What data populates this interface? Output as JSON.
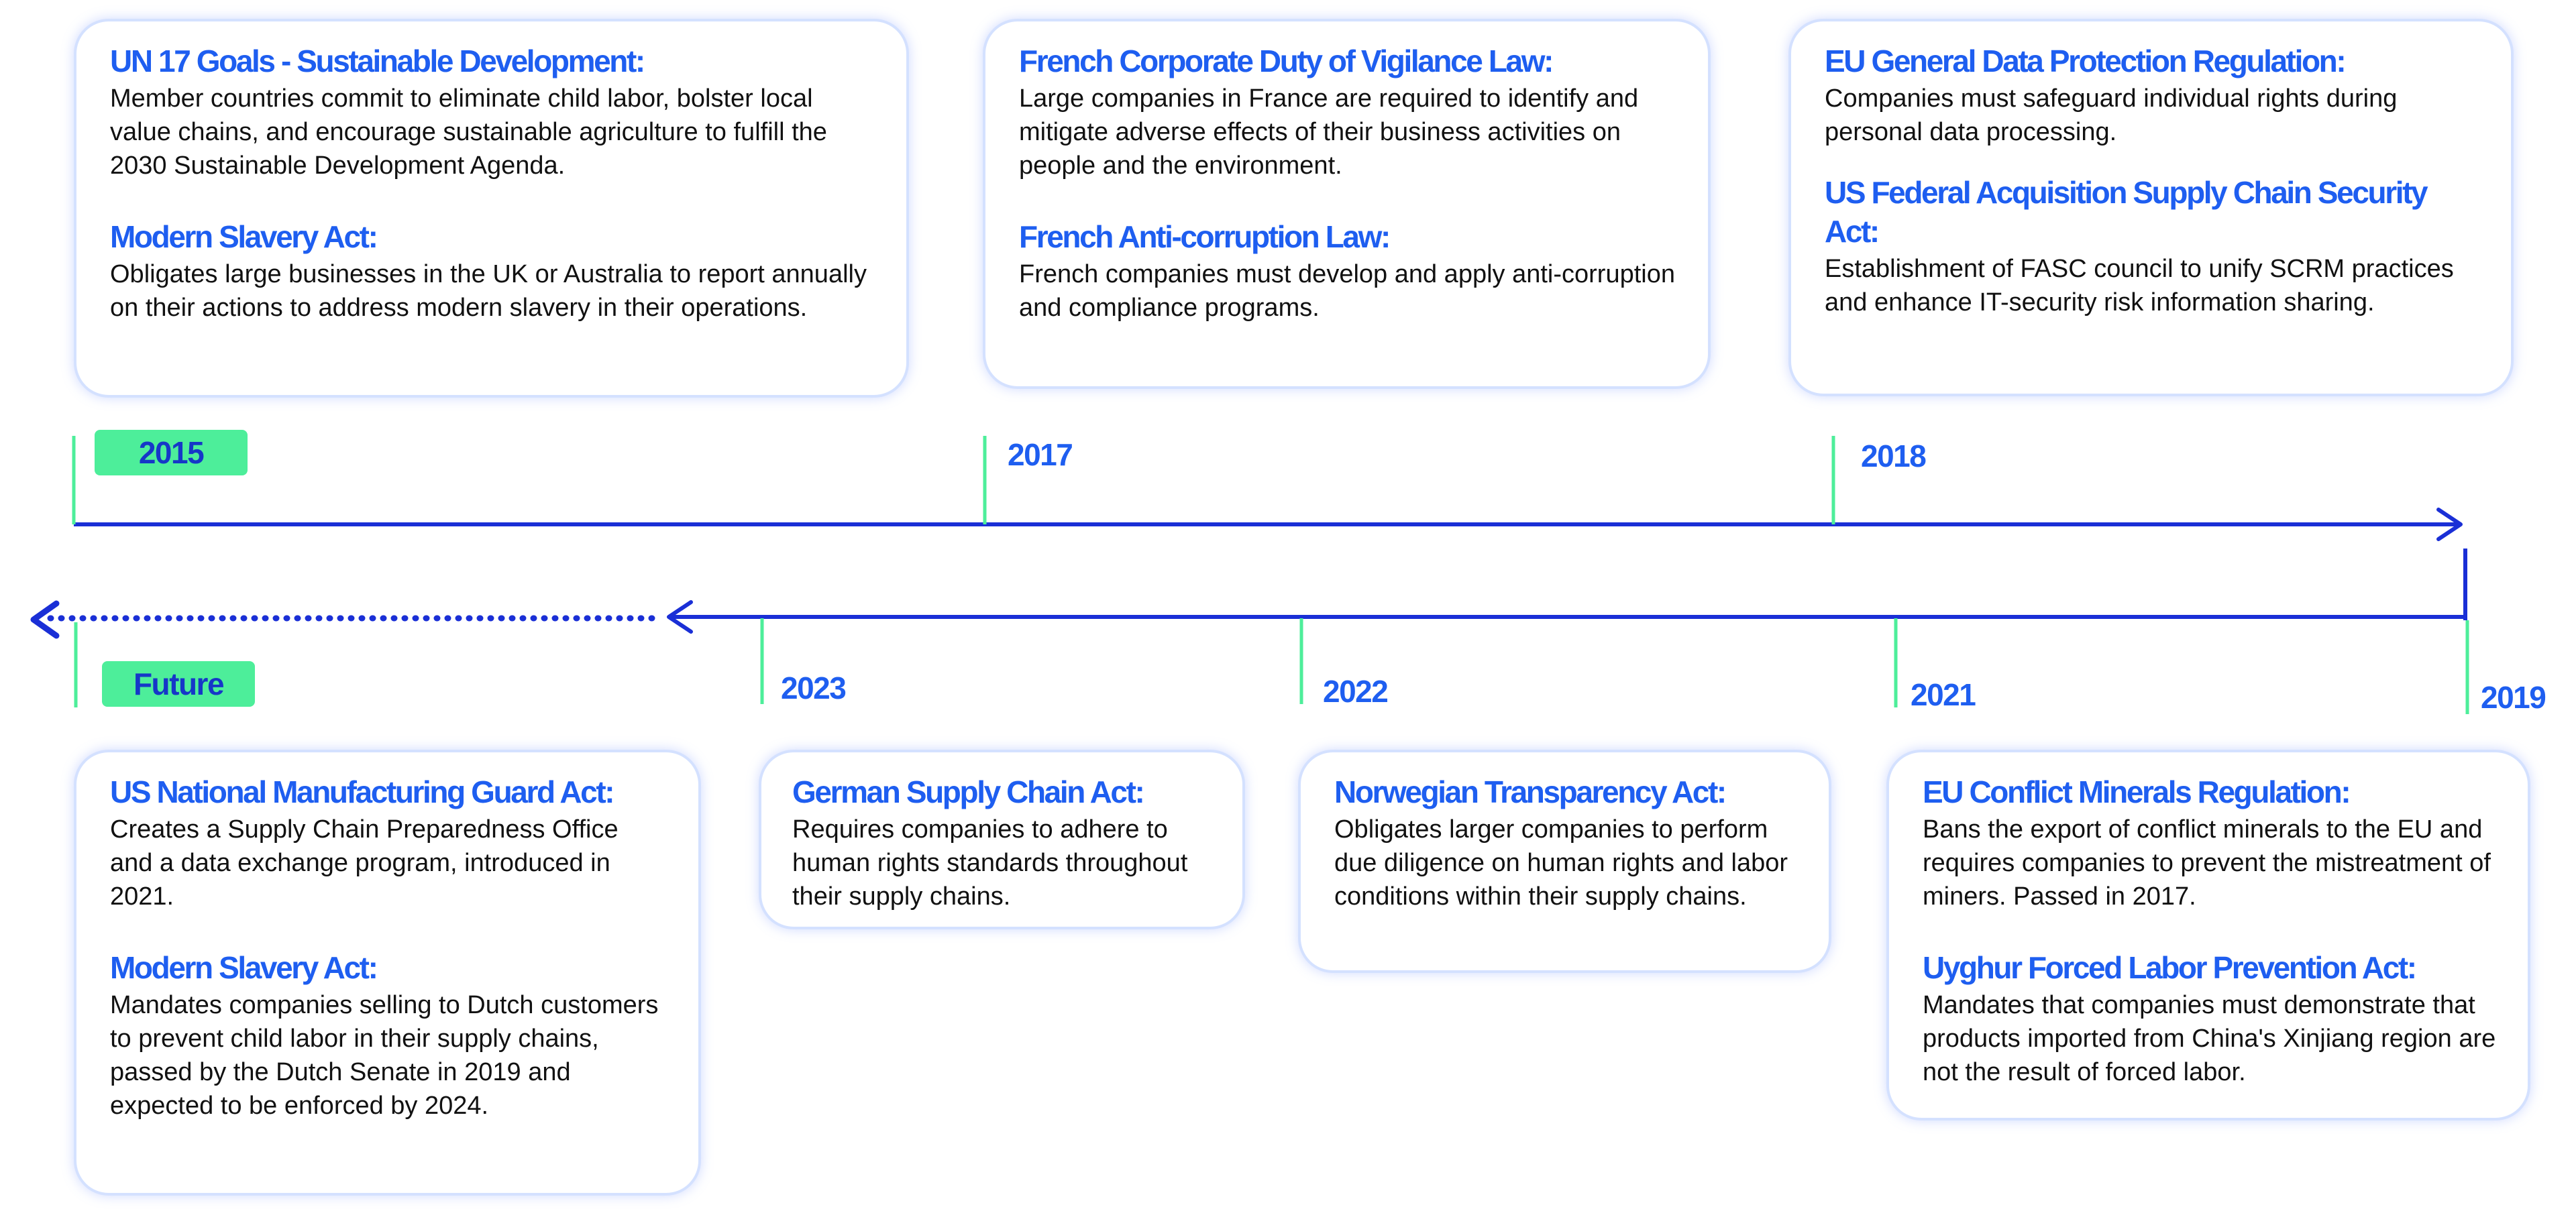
{
  "colors": {
    "accent_blue": "#1e5ef0",
    "axis_blue": "#1a2fd6",
    "tick_green": "#4dee9a",
    "card_border": "#d4e1ff"
  },
  "timeline": {
    "years": {
      "y2015": "2015",
      "y2017": "2017",
      "y2018": "2018",
      "y2019": "2019",
      "y2021": "2021",
      "y2022": "2022",
      "y2023": "2023",
      "future": "Future"
    }
  },
  "cards": {
    "c2015": [
      {
        "title": "UN 17 Goals - Sustainable Development:",
        "body": "Member countries commit to eliminate child labor, bolster local value chains, and encourage sustainable agriculture to fulfill the 2030 Sustainable  Development Agenda."
      },
      {
        "title": "Modern Slavery Act:",
        "body": "Obligates large businesses in the UK or Australia to report annually on their actions to address modern slavery in their operations."
      }
    ],
    "c2017": [
      {
        "title": "French Corporate Duty of Vigilance Law:",
        "body": "Large companies in France are required to identify and mitigate adverse effects of their business activities on people and the environment."
      },
      {
        "title": "French Anti-corruption Law:",
        "body": "French companies must develop and apply anti-corruption and compliance programs."
      }
    ],
    "c2018": [
      {
        "title": "EU General Data Protection Regulation:",
        "body": "Companies must safeguard individual rights during personal data processing."
      },
      {
        "title": "US Federal Acquisition Supply Chain Security Act:",
        "body": "Establishment  of FASC council to unify SCRM practices and enhance IT-security  risk information sharing."
      }
    ],
    "cFuture": [
      {
        "title": "US National Manufacturing Guard Act:",
        "body": "Creates a Supply Chain Preparedness Office and a data exchange program, introduced  in 2021."
      },
      {
        "title": "Modern Slavery Act:",
        "body": "Mandates companies selling to Dutch customers to prevent child labor in their supply chains, passed by the Dutch Senate in 2019 and expected to be enforced by 2024."
      }
    ],
    "c2023": [
      {
        "title": "German Supply Chain Act:",
        "body": "Requires companies to adhere to human rights standards throughout their supply chains."
      }
    ],
    "c2022": [
      {
        "title": "Norwegian Transparency Act:",
        "body": "Obligates larger companies to perform due diligence on human rights and labor conditions within their supply chains."
      }
    ],
    "c2019": [
      {
        "title": "EU Conflict Minerals Regulation:",
        "body": "Bans the export of conflict minerals to the EU and requires companies to prevent the mistreatment  of miners. Passed in 2017."
      },
      {
        "title": "Uyghur Forced Labor Prevention Act:",
        "body": "Mandates that companies must demonstrate that products imported from China's Xinjiang region are not the result of forced labor."
      }
    ]
  }
}
